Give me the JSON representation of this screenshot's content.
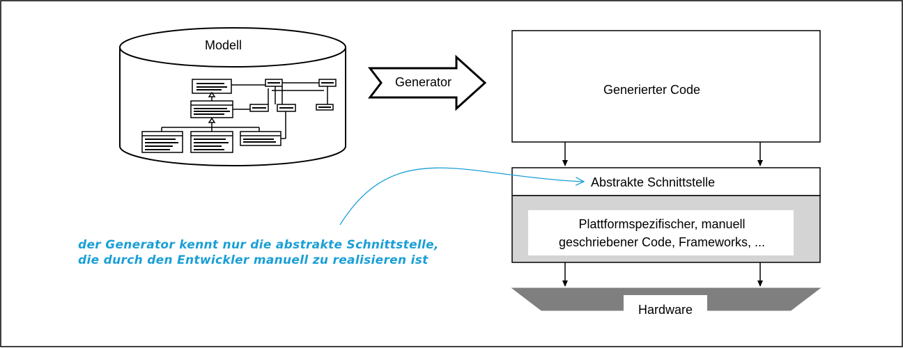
{
  "diagram": {
    "model_label": "Modell",
    "generator_label": "Generator",
    "generated_code_label": "Generierter Code",
    "abstract_interface_label": "Abstrakte Schnittstelle",
    "platform_code_line1": "Plattformspezifischer, manuell",
    "platform_code_line2": "geschriebener Code, Frameworks, ...",
    "hardware_label": "Hardware",
    "annotation_line1": "der Generator kennt nur die abstrakte Schnittstelle,",
    "annotation_line2": "die durch den Entwickler manuell zu realisieren ist"
  },
  "colors": {
    "annotation": "#1a9fd6",
    "platform_fill": "#d4d4d4",
    "hardware_fill": "#7f7f7f",
    "stroke": "#000000"
  },
  "icons": {
    "model": "database-cylinder-icon",
    "uml": "uml-class-diagram-icon",
    "generator": "block-arrow-icon"
  }
}
